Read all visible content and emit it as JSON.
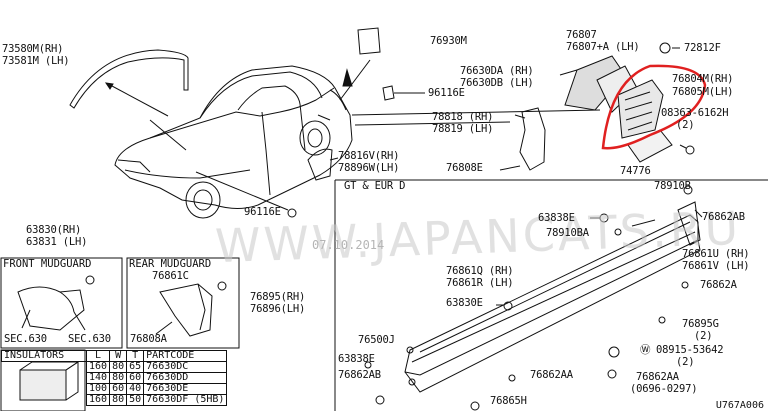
{
  "watermark": {
    "text": "WWW.JAPANCATS.RU",
    "date": "07.10.2014"
  },
  "parts": {
    "p73580": "73580M(RH)",
    "p73581": "73581M (LH)",
    "p76930": "76930M",
    "p76807": "76807",
    "p76807a": "76807+A (LH)",
    "p72812": "72812F",
    "p76630da": "76630DA (RH)",
    "p76630db": "76630DB (LH)",
    "p76804": "76804M(RH)",
    "p76805": "76805M(LH)",
    "p96116e_top": "96116E",
    "p78818": "78818 (RH)",
    "p78819": "78819 (LH)",
    "p08363": "08363-6162H",
    "p08363q": "(2)",
    "p78816": "78816V(RH)",
    "p78896": "78896W(LH)",
    "p76808e": "76808E",
    "p74776": "74776",
    "p96116e_bot": "96116E",
    "p63830": "63830(RH)",
    "p63831": "63831 (LH)",
    "gt_title": "GT & EUR D",
    "p78910b": "78910B",
    "p63838e_top": "63838E",
    "p78910ba": "78910BA",
    "p76862ab_r": "76862AB",
    "p76861u": "76861U (RH)",
    "p76861v": "76861V (LH)",
    "p76861q": "76861Q (RH)",
    "p76861r": "76861R (LH)",
    "p76862a": "76862A",
    "p63830e": "63830E",
    "p76895g": "76895G",
    "p76895gq": "(2)",
    "p08915": "08915-53642",
    "p08915q": "(2)",
    "p76500j": "76500J",
    "p63838e_bot": "63838E",
    "p76862ab_l": "76862AB",
    "p76862aa_mid": "76862AA",
    "p76862aa_r": "76862AA",
    "p76862aa_date": "(0696-0297)",
    "p76865h": "76865H",
    "p76895": "76895(RH)",
    "p76896": "76896(LH)",
    "ref": "U767A006"
  },
  "front_box": {
    "title": "FRONT MUDGUARD",
    "sec_left": "SEC.630",
    "sec_right": "SEC.630"
  },
  "rear_box": {
    "title": "REAR MUDGUARD",
    "p76861c": "76861C",
    "p76808a": "76808A"
  },
  "insulators": {
    "title": "INSULATORS",
    "headers": [
      "L",
      "W",
      "T",
      "PARTCODE"
    ],
    "rows": [
      [
        "160",
        "80",
        "65",
        "76630DC"
      ],
      [
        "140",
        "80",
        "60",
        "76630DD"
      ],
      [
        "100",
        "60",
        "40",
        "76630DE"
      ],
      [
        "160",
        "80",
        "50",
        "76630DF (5HB)"
      ]
    ]
  }
}
